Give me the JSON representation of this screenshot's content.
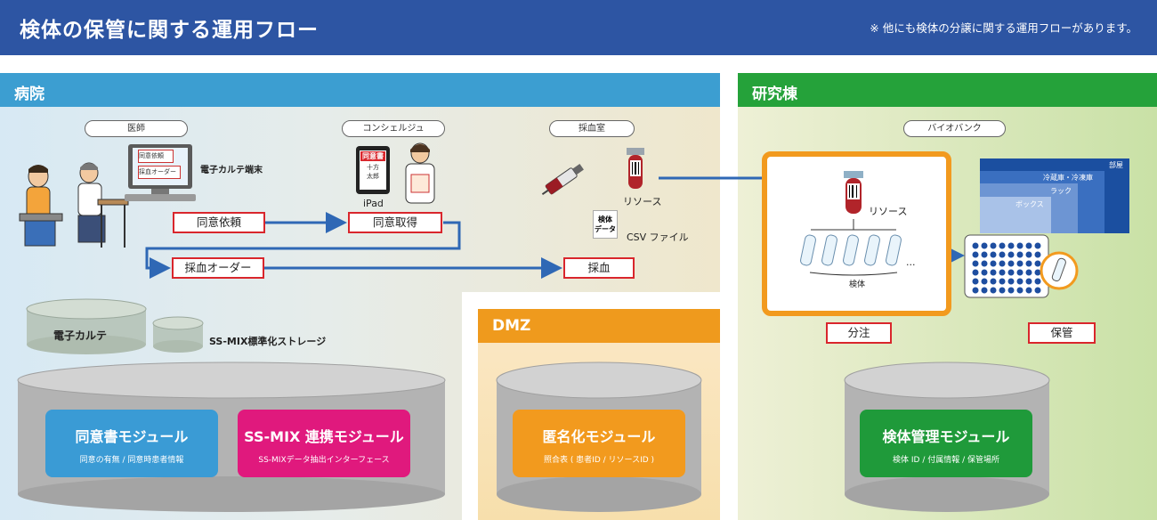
{
  "header": {
    "title": "検体の保管に関する運用フロー",
    "note": "※ 他にも検体の分譲に関する運用フローがあります。"
  },
  "zones": {
    "hospital": "病院",
    "lab": "研究棟",
    "dmz": "DMZ"
  },
  "roles": {
    "doctor": "医師",
    "concierge": "コンシェルジュ",
    "blood_room": "採血室",
    "biobank": "バイオバンク"
  },
  "labels": {
    "ehr_terminal": "電子カルテ端末",
    "ipad": "iPad",
    "resource": "リソース",
    "csv_file": "CSV ファイル",
    "csv_icon": "検体\nデータ",
    "lab_resource": "リソース",
    "specimen": "検体",
    "ellipsis": "...",
    "screen_line1": "同意依頼",
    "screen_line2": "採血オーダー",
    "consent_doc": "同意書",
    "consent_sign": "十方\n太郎",
    "room": "部屋",
    "fridge": "冷蔵庫・冷凍庫",
    "rack": "ラック",
    "box": "ボックス"
  },
  "flow": {
    "consent_request": "同意依頼",
    "consent_acquire": "同意取得",
    "blood_order": "採血オーダー",
    "blood_draw": "採血",
    "dispense": "分注",
    "storage": "保管"
  },
  "storage": {
    "ehr": "電子カルテ",
    "ssmix": "SS-MIX標準化ストレージ"
  },
  "modules": [
    {
      "title": "同意書モジュール",
      "sub": "同意の有無 / 同意時患者情報",
      "color": "#3a9bd5"
    },
    {
      "title": "SS-MIX 連携モジュール",
      "sub": "SS-MIXデータ抽出インターフェース",
      "color": "#e0197d"
    },
    {
      "title": "匿名化モジュール",
      "sub": "照合表 ( 患者ID / リソースID )",
      "color": "#f29a1e"
    },
    {
      "title": "検体管理モジュール",
      "sub": "検体 ID / 付属情報 / 保管場所",
      "color": "#1f9a3a"
    }
  ]
}
